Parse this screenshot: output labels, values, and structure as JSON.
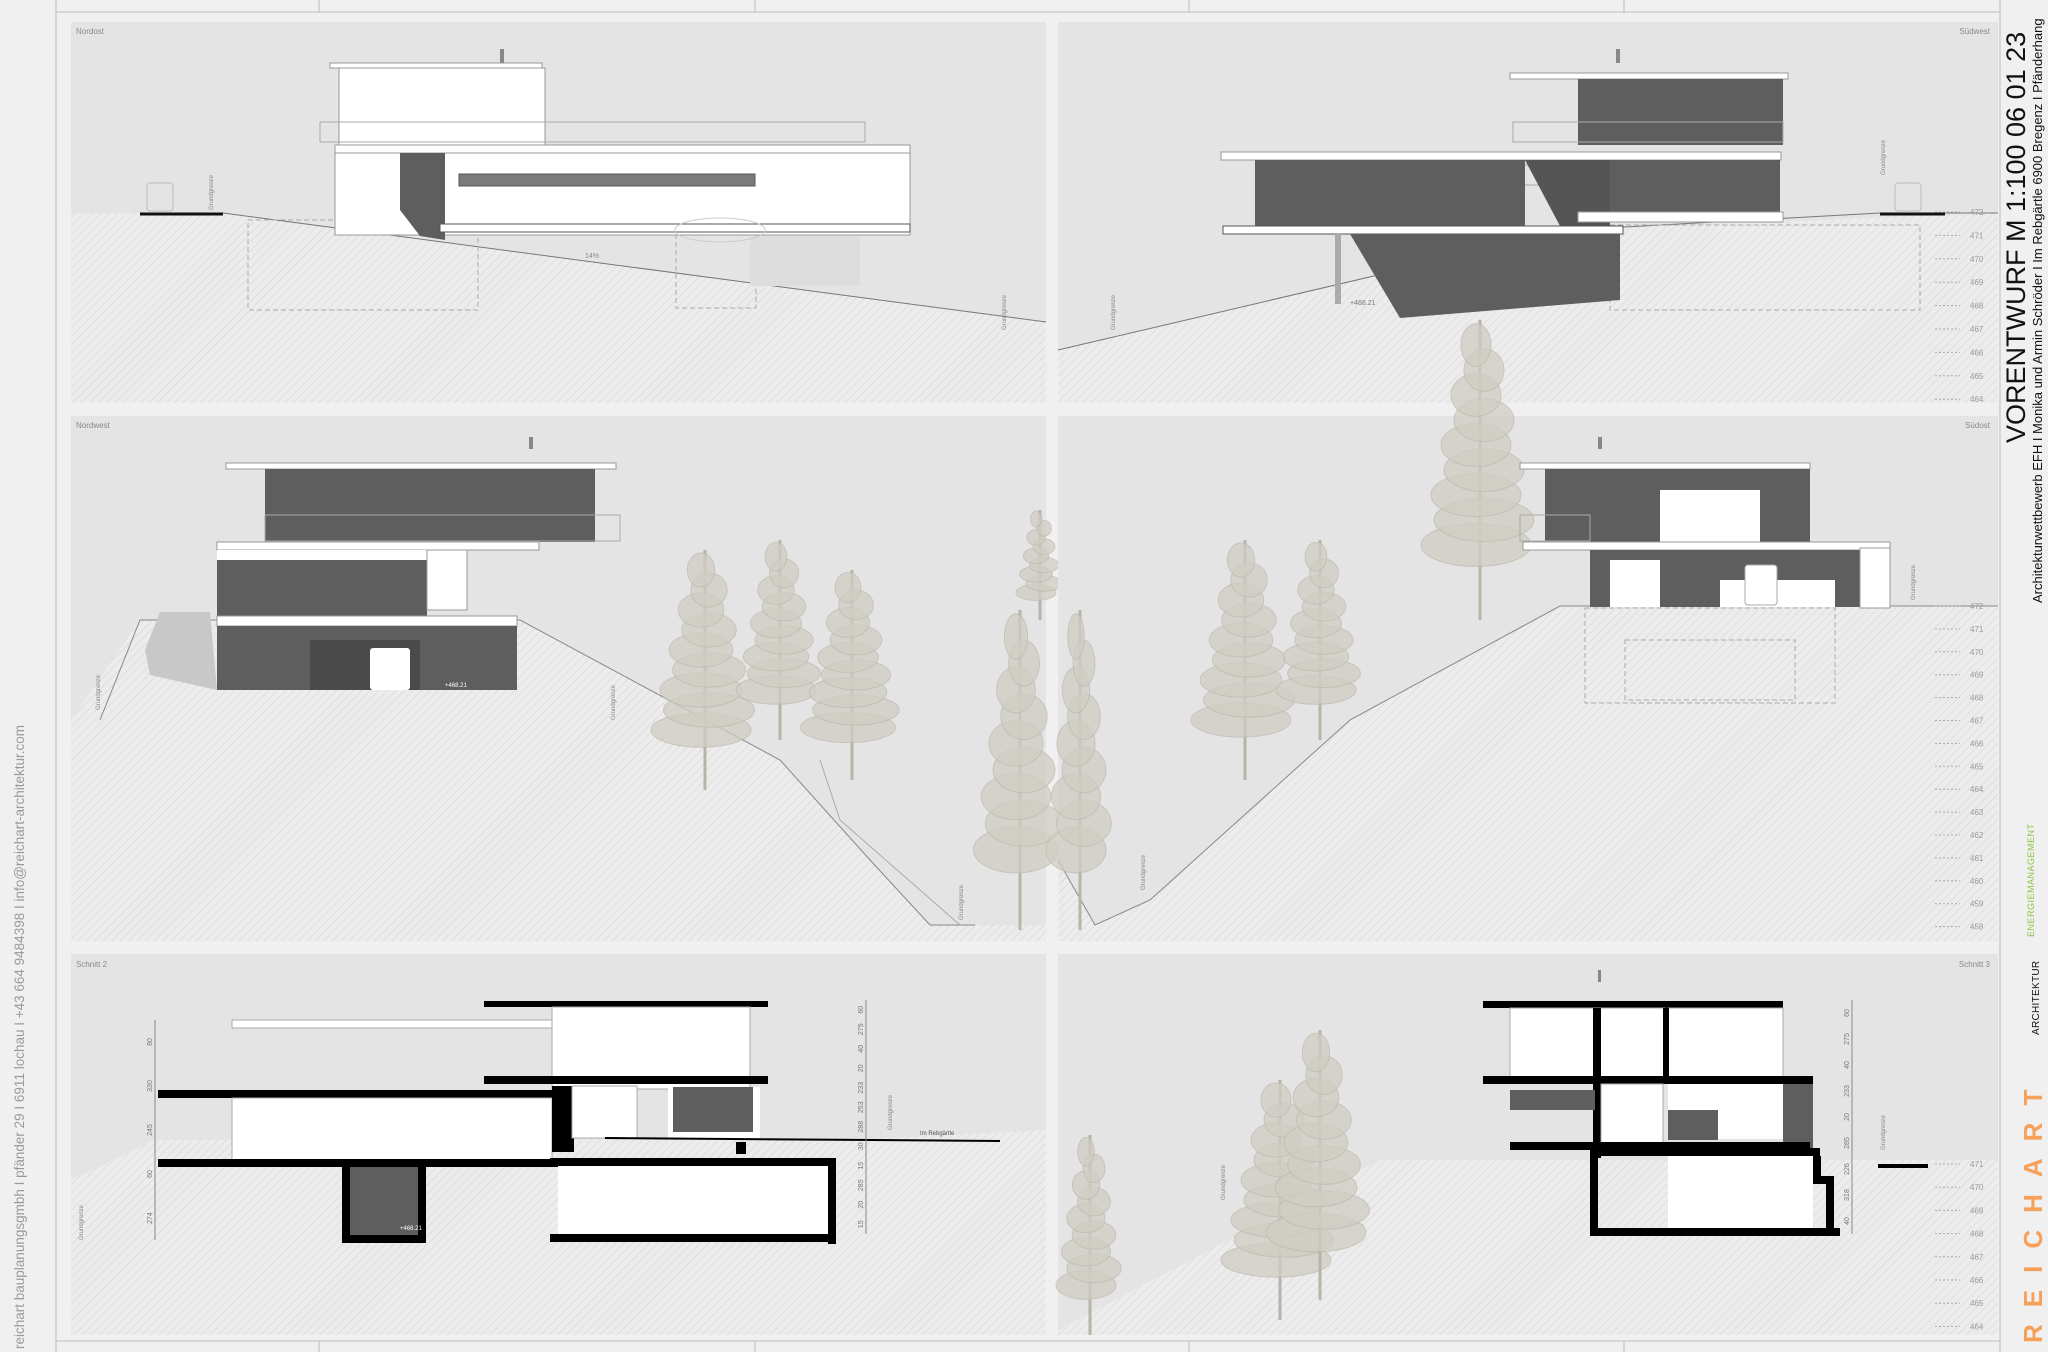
{
  "title": {
    "main": "VORENTWURF  M 1:100 06 01 23",
    "subtitle": "Architekturwettbewerb EFH I Monika und Armin Schröder I Im Rebgärtle 6900 Bregenz I Pfänderhang"
  },
  "logo": {
    "name": "REICHART",
    "line1": "ENERGIEMANAGEMENT",
    "line2": "ARCHITEKTUR"
  },
  "contact": "reichart bauplanungsgmbh I pfänder 29 I 6911 lochau I +43 664 9484398 I info@reichart-architektur.com",
  "panels": {
    "nordost": {
      "label": "Nordost",
      "slope": "14%",
      "boundary": "Grundgrenze"
    },
    "suedwest": {
      "label": "Südwest",
      "level": "+468.21",
      "boundary": "Grundgrenze",
      "levels": [
        "472",
        "471",
        "470",
        "469",
        "468",
        "467",
        "466",
        "465",
        "464"
      ]
    },
    "nordwest": {
      "label": "Nordwest",
      "level": "+468.21",
      "boundary": "Grundgrenze"
    },
    "suedost": {
      "label": "Südost",
      "boundary": "Grundgrenze",
      "levels": [
        "472",
        "471",
        "470",
        "469",
        "468",
        "467",
        "466",
        "465",
        "464",
        "463",
        "462",
        "461",
        "460",
        "459",
        "458"
      ]
    },
    "schnitt2": {
      "label": "Schnitt 2",
      "level": "+468.21",
      "street": "Im Rebgärtle",
      "boundary": "Grundgrenze",
      "dims_right": [
        "60",
        "275",
        "40",
        "20",
        "233",
        "253",
        "288",
        "30",
        "15",
        "285",
        "20",
        "15"
      ],
      "dims_left": [
        "80",
        "330",
        "245",
        "60",
        "274"
      ]
    },
    "schnitt3": {
      "label": "Schnitt 3",
      "boundary": "Grundgrenze",
      "dims": [
        "60",
        "275",
        "40",
        "233",
        "20",
        "285",
        "226",
        "318",
        "40"
      ],
      "levels": [
        "471",
        "470",
        "469",
        "468",
        "467",
        "466",
        "465",
        "464"
      ]
    }
  },
  "colors": {
    "panel": "#e4e4e4",
    "glass": "#5e5e5e",
    "logo_orange": "#f6a15a",
    "logo_green": "#8cc63f"
  }
}
